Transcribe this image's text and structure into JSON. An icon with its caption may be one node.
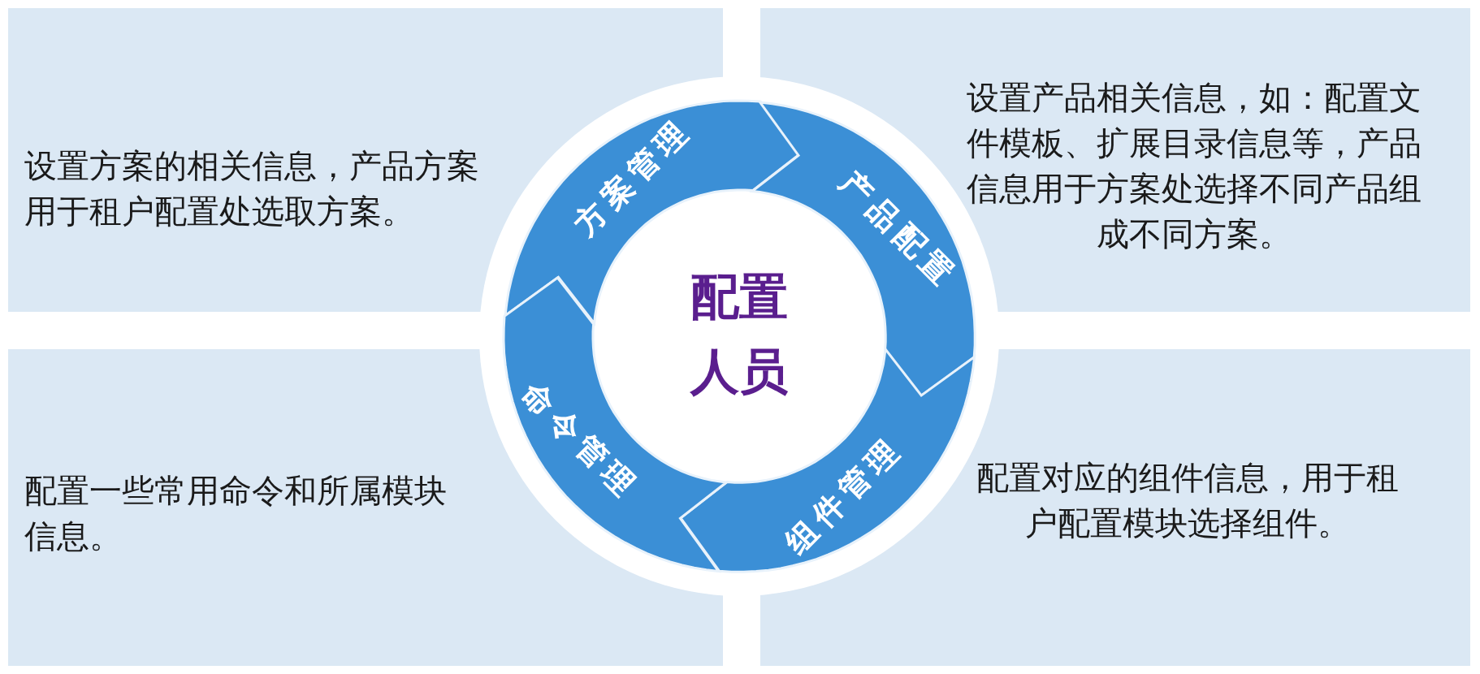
{
  "diagram": {
    "nodes": [
      {
        "text": [
          "设置方案的相关信息，产品方案用于租户配置处选取方案。"
        ]
      },
      {
        "text": [
          "设置产品相关信息，如：配置文件模板、扩展目录信息等，产品信息用于方案处选择不同产品组成不同方案。"
        ]
      },
      {
        "text": [
          "配置一些常用命令和所属模块信息。"
        ]
      },
      {
        "text": [
          "配置对应的组件信息，用于租户配置模块选择组件。"
        ]
      },
      {
        "text": [
          "配置人员"
        ]
      },
      {
        "text": [
          "方案管理"
        ]
      },
      {
        "text": [
          "产品配置"
        ]
      },
      {
        "text": [
          "组件管理"
        ]
      },
      {
        "text": [
          "命令管理"
        ]
      }
    ]
  }
}
